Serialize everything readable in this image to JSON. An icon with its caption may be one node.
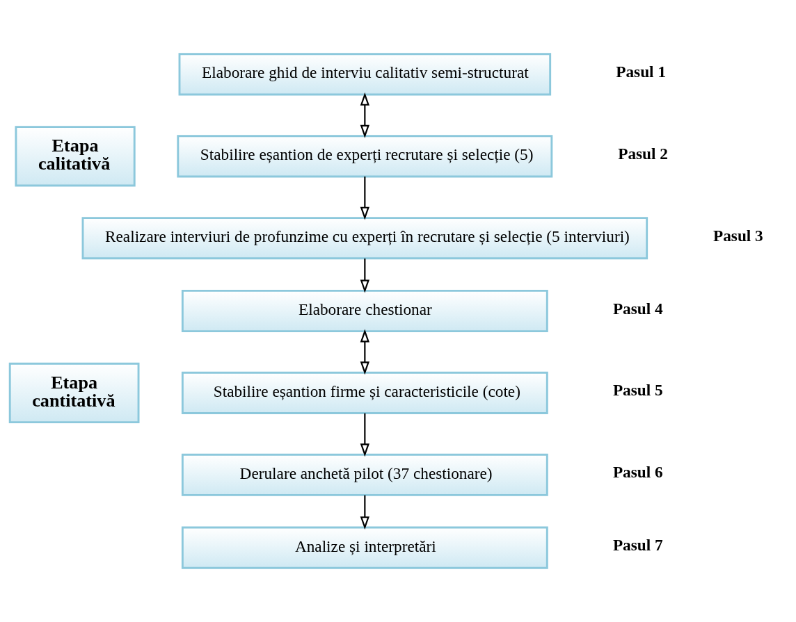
{
  "diagram": {
    "nodes": [
      {
        "text": [
          "Elaborare ghid de interviu calitativ semi-structurat"
        ],
        "beside": [
          "Pasul 1"
        ]
      },
      {
        "text": [
          "Etapa calitativă"
        ]
      },
      {
        "text": [
          "Stabilire eșantion de experți recrutare și selecție (5)"
        ],
        "beside": [
          "Pasul 2"
        ]
      },
      {
        "text": [
          "Realizare interviuri de profunzime cu experți în recrutare și selecție (5 interviuri)"
        ],
        "beside": [
          "Pasul 3"
        ]
      },
      {
        "text": [
          "Elaborare chestionar"
        ],
        "beside": [
          "Pasul 4"
        ]
      },
      {
        "text": [
          "Etapa cantitativă"
        ]
      },
      {
        "text": [
          "Stabilire eșantion firme și caracteristicile (cote)"
        ],
        "beside": [
          "Pasul 5"
        ]
      },
      {
        "text": [
          "Derulare anchetă pilot (37 chestionare)"
        ],
        "beside": [
          "Pasul 6"
        ]
      },
      {
        "text": [
          "Analize și interpretări"
        ],
        "beside": [
          "Pasul 7"
        ]
      }
    ],
    "edges": [
      {
        "from": 0,
        "to": 2,
        "arrow": "both"
      },
      {
        "from": 2,
        "to": 3,
        "arrow": "to"
      },
      {
        "from": 3,
        "to": 4,
        "arrow": "to"
      },
      {
        "from": 4,
        "to": 6,
        "arrow": "both"
      },
      {
        "from": 6,
        "to": 7,
        "arrow": "to"
      },
      {
        "from": 7,
        "to": 8,
        "arrow": "to"
      }
    ]
  }
}
